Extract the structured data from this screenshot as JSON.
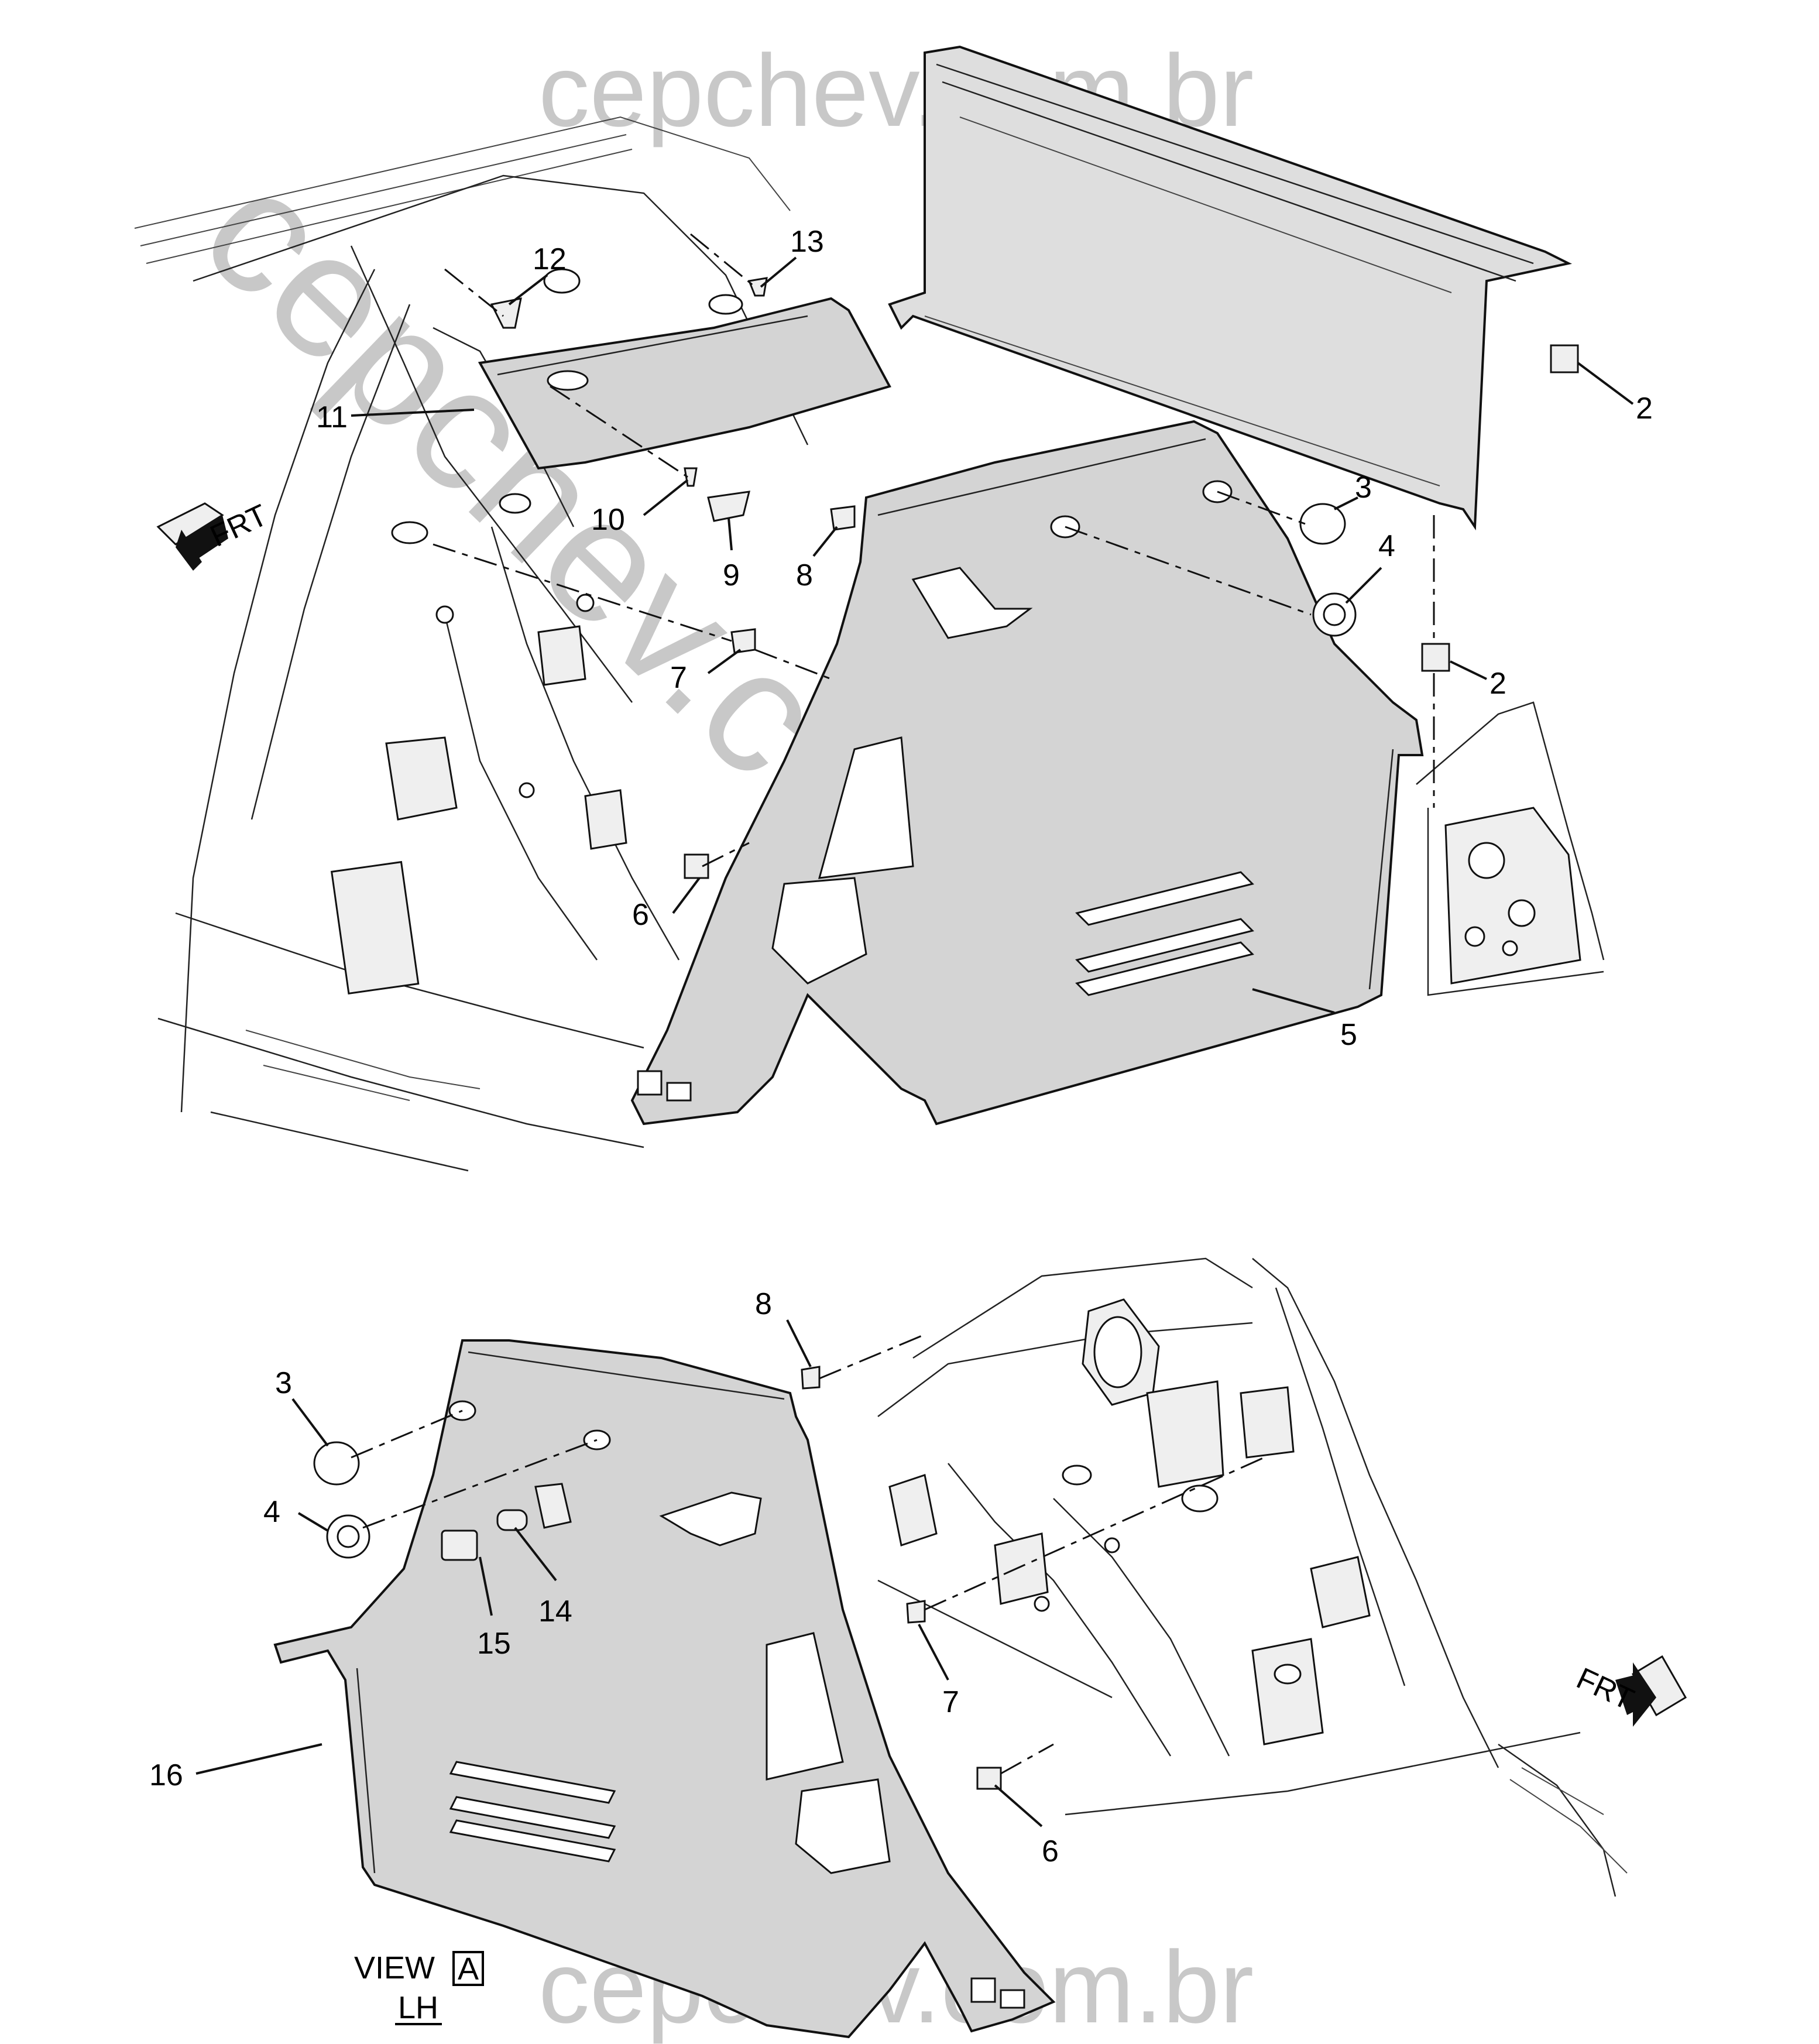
{
  "watermark": {
    "top": "cepchev.com.br",
    "bottom": "cepchev.com.br",
    "diagonal": "cepchev.com.br"
  },
  "callouts_upper": [
    "2",
    "2",
    "3",
    "4",
    "5",
    "6",
    "7",
    "8",
    "9",
    "10",
    "11",
    "12",
    "13"
  ],
  "callouts_lower": [
    "3",
    "4",
    "6",
    "7",
    "8",
    "14",
    "15",
    "16"
  ],
  "frt_label": "FRT",
  "view": {
    "label": "VIEW",
    "letter": "A",
    "side": "LH"
  }
}
